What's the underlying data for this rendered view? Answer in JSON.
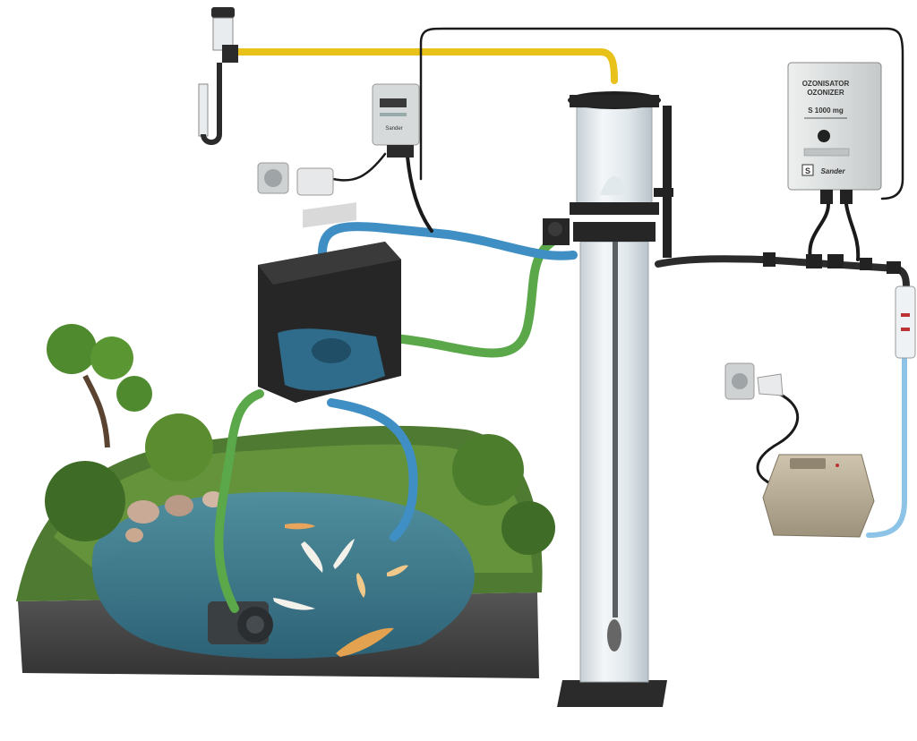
{
  "ozonizer": {
    "label_line1": "OZONISATOR",
    "label_line2": "OZONIZER",
    "model": "S 1000 mg",
    "brand": "Sander",
    "brand_mark": "S"
  },
  "controller": {
    "brand": "Sander"
  },
  "colors": {
    "air_hose_yellow": "#e8c21a",
    "water_hose_blue": "#3f8fc4",
    "water_hose_green": "#5aa84a",
    "water_hose_light_blue": "#8cc3e6",
    "pond_water": "#3f7f96",
    "filter_box": "#262626",
    "skimmer_acrylic": "#d8e2e8",
    "ozonizer_housing": "#d9dcdc",
    "air_pump_housing": "#b8ab92"
  },
  "icons": [
    "power-socket-icon",
    "power-plug-icon",
    "fish-icon",
    "air-stone-icon"
  ]
}
